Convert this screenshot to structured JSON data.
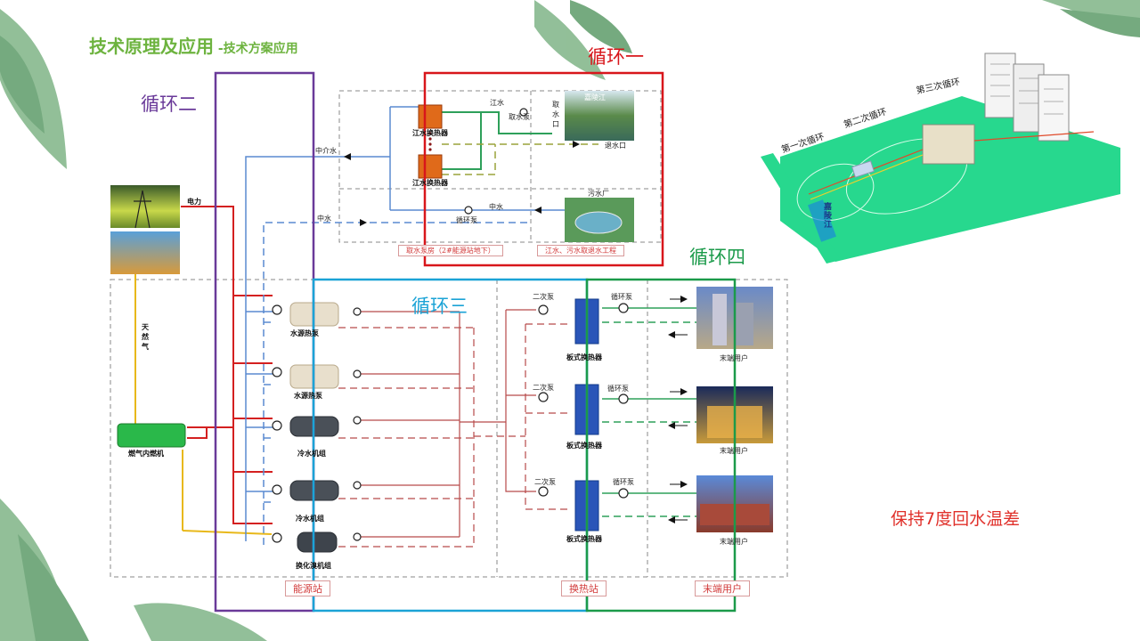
{
  "header": {
    "title": "技术原理及应用",
    "subtitle": " -技术方案应用"
  },
  "loops": {
    "loop1": {
      "label": "循环一",
      "color": "#d8161b"
    },
    "loop2": {
      "label": "循环二",
      "color": "#6a3a99"
    },
    "loop3": {
      "label": "循环三",
      "color": "#1ba3d6"
    },
    "loop4": {
      "label": "循环四",
      "color": "#1b9a4a"
    }
  },
  "source": {
    "power": "电力",
    "gas": "天然气",
    "engine": "燃气内燃机",
    "river_water": "江水",
    "intake_pump": "取水泵",
    "river_name": "嘉陵江",
    "intake_port": "取水口",
    "outlet_port": "退水口",
    "river_hx_top": "江水换热器",
    "river_hx_bottom": "江水换热器",
    "intermediate_water_top": "中介水",
    "reclaimed_water_left": "中水",
    "reclaimed_water_right": "中水",
    "circ_pump": "循环泵",
    "sewage_plant": "污水厂",
    "zone_left": "取水泵房（2#能源站地下）",
    "zone_right": "江水、污水取退水工程"
  },
  "station": {
    "equipment": [
      "水源热泵",
      "水源热泵",
      "冷水机组",
      "冷水机组",
      "换化溴机组"
    ],
    "zone": "能源站"
  },
  "exchange": {
    "secondary_pump": "二次泵",
    "circ_pump": "循环泵",
    "plate_hx": "板式换热器",
    "zone": "换热站"
  },
  "users": {
    "label": "末端用户",
    "zone": "末端用户"
  },
  "iso": {
    "cycle1": "第一次循环",
    "cycle2": "第二次循环",
    "cycle3": "第三次循环",
    "river": "嘉陵江"
  },
  "note": "保持7度回水温差"
}
